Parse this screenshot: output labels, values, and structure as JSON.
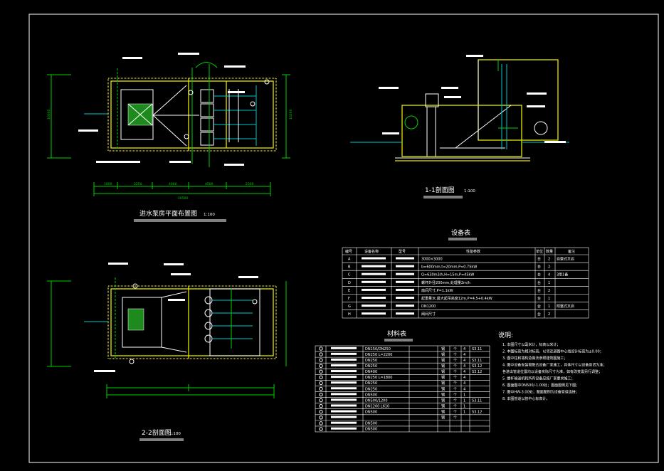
{
  "drawing": {
    "plan_title": "进水泵房平面布置图",
    "plan_scale": "1:100",
    "section11_title": "1-1剖面图",
    "section11_scale": "1:100",
    "section22_title": "2-2剖面图",
    "section22_scale": "1:100"
  },
  "dimensions": {
    "plan_bottom": [
      "1800",
      "2250",
      "4000",
      "4500",
      "2300"
    ],
    "plan_bottom_total": "10500",
    "plan_left": "10000",
    "plan_right": "10000"
  },
  "equipment_table": {
    "title": "设备表",
    "headers": [
      "编号",
      "设备名称",
      "型号",
      "性能参数",
      "单位",
      "数量",
      "备注"
    ],
    "rows": [
      {
        "no": "A",
        "spec": "3000×3000",
        "unit": "台",
        "qty": "2",
        "note": "自整式叉启"
      },
      {
        "no": "B",
        "spec": "b=600mm,t=20mm,P=0.75kW",
        "unit": "台",
        "qty": "2",
        "note": ""
      },
      {
        "no": "C",
        "spec": "Q=630m3/h,H=15m,P=45kW",
        "unit": "台",
        "qty": "4",
        "note": "3用1备"
      },
      {
        "no": "D",
        "spec": "螺杆外径200mm,处理量2m/h",
        "unit": "台",
        "qty": "1",
        "note": ""
      },
      {
        "no": "E",
        "spec": "扇间尺寸,P=1.1kW",
        "unit": "台",
        "qty": "2",
        "note": ""
      },
      {
        "no": "F",
        "spec": "起重量3t,最大起吊高度12m,P=4.5+0.4kW",
        "unit": "台",
        "qty": "1",
        "note": ""
      },
      {
        "no": "G",
        "spec": "DN1200",
        "unit": "台",
        "qty": "1",
        "note": "附整式叉启"
      },
      {
        "no": "H",
        "spec": "阀间尺寸",
        "unit": "台",
        "qty": "2",
        "note": ""
      }
    ]
  },
  "material_table": {
    "title": "材料表",
    "rows": [
      {
        "spec": "DN150/DN250",
        "mat": "钢",
        "unit": "个",
        "qty": "4",
        "note": "S3.11"
      },
      {
        "spec": "DN250  L=2200",
        "mat": "钢",
        "unit": "个",
        "qty": "4",
        "note": ""
      },
      {
        "spec": "DN250",
        "mat": "钢",
        "unit": "个",
        "qty": "4",
        "note": "S3.11"
      },
      {
        "spec": "DN250",
        "mat": "钢",
        "unit": "个",
        "qty": "4",
        "note": "S3.12"
      },
      {
        "spec": "DN400",
        "mat": "钢",
        "unit": "个",
        "qty": "4",
        "note": "S3.12"
      },
      {
        "spec": "DN250  L=1800",
        "mat": "钢",
        "unit": "个",
        "qty": "4",
        "note": ""
      },
      {
        "spec": "DN250",
        "mat": "钢",
        "unit": "个",
        "qty": "4",
        "note": ""
      },
      {
        "spec": "DN250",
        "mat": "钢",
        "unit": "个",
        "qty": "4",
        "note": ""
      },
      {
        "spec": "DN500",
        "mat": "钢",
        "unit": "个",
        "qty": "1",
        "note": ""
      },
      {
        "spec": "DN500/1200",
        "mat": "钢",
        "unit": "个",
        "qty": "1",
        "note": "S3.11"
      },
      {
        "spec": "DN1200  L610",
        "mat": "钢",
        "unit": "个",
        "qty": "1",
        "note": ""
      },
      {
        "spec": "DN500",
        "mat": "钢",
        "unit": "个",
        "qty": "1",
        "note": "S3.12"
      },
      {
        "spec": "",
        "mat": "钢",
        "unit": "个",
        "qty": "",
        "note": ""
      },
      {
        "spec": "DN500",
        "mat": "",
        "unit": "",
        "qty": "",
        "note": ""
      },
      {
        "spec": "DN500",
        "mat": "",
        "unit": "",
        "qty": "",
        "note": ""
      }
    ]
  },
  "notes": {
    "title": "说明:",
    "items": [
      "1. 本图尺寸以毫米计，标高以米计；",
      "2. 本图标高为相对标高，以邻近道路中心线设计标高为±0.00；",
      "3. 图中柱和墙构造做法参照建筑图施工；",
      "4. 图中设备安装需配合设备厂家施工，具体尺寸以设备到货为准；",
      "   各进出管道位置均以设备实际尺寸为准，如有改变需另行调整；",
      "5. 螺杆输送机和所有设备应按厂家要求施工；",
      "6. 图面图中DN500/-1.00处；图面图例见下图；",
      "7. 图中HW-3.00处；图面图例为设备管道连接；",
      "8. 本图管道以管中心标高计。"
    ]
  },
  "colors": {
    "wall": "#e6e600",
    "dim": "#00d000",
    "pipe": "#00c8c8",
    "line": "#ffffff"
  }
}
